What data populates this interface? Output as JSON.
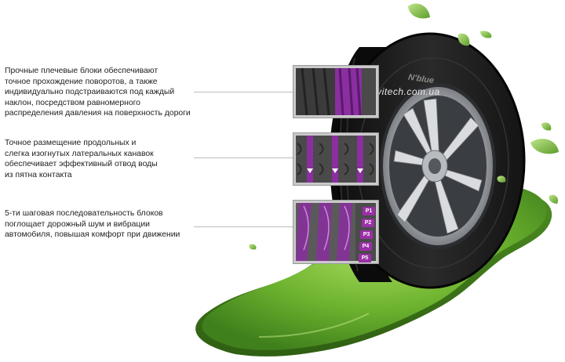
{
  "features": [
    {
      "text": "Прочные плечевые блоки обеспечивают\nточное прохождение поворотов, а также\nиндивидуально подстраиваются под каждый\nнаклон, посредством равномерного\nраспределения давления на поверхность дороги"
    },
    {
      "text": "Точное размещение продольных и\nслегка изогнутых латеральных канавок\nобеспечивает эффективный отвод воды\nиз пятна контакта"
    },
    {
      "text": "5-ти шаговая последовательность блоков\nпоглощает дорожный шум и вибрации\nавтомобиля, повышая комфорт при движении"
    }
  ],
  "pitch_labels": [
    "P1",
    "P2",
    "P3",
    "P4",
    "P5"
  ],
  "watermark": "avitech.com.ua",
  "tire_sidewall_text": "N'blue",
  "colors": {
    "accent": "#8a2ea0",
    "grass": "#5fa82a",
    "tire": "#1c1c1c"
  }
}
